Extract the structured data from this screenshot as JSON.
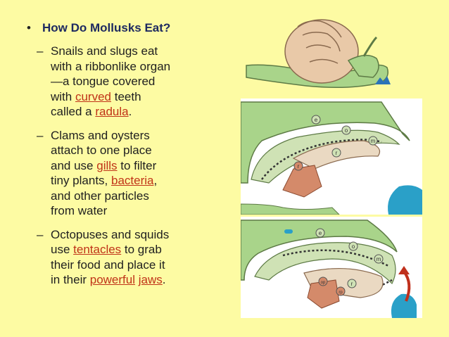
{
  "heading": {
    "bullet": "•",
    "text": "How Do Mollusks Eat?"
  },
  "items": [
    {
      "dash": "–",
      "lines": [
        [
          {
            "t": "Snails and slugs eat"
          }
        ],
        [
          {
            "t": "with a ribbonlike organ"
          }
        ],
        [
          {
            "t": "—a tongue covered"
          }
        ],
        [
          {
            "t": "with "
          },
          {
            "t": "curved",
            "hl": true
          },
          {
            "t": " teeth"
          }
        ],
        [
          {
            "t": "called a "
          },
          {
            "t": "radula",
            "hl": true
          },
          {
            "t": "."
          }
        ]
      ]
    },
    {
      "dash": "–",
      "lines": [
        [
          {
            "t": "Clams and oysters"
          }
        ],
        [
          {
            "t": "attach to one place"
          }
        ],
        [
          {
            "t": "and use "
          },
          {
            "t": "gills",
            "hl": true
          },
          {
            "t": " to filter"
          }
        ],
        [
          {
            "t": "tiny plants, "
          },
          {
            "t": "bacteria",
            "hl": true
          },
          {
            "t": ","
          }
        ],
        [
          {
            "t": "and other particles"
          }
        ],
        [
          {
            "t": "from water"
          }
        ]
      ]
    },
    {
      "dash": "–",
      "lines": [
        [
          {
            "t": "Octopuses and squids"
          }
        ],
        [
          {
            "t": "use "
          },
          {
            "t": "tentacles",
            "hl": true
          },
          {
            "t": " to grab"
          }
        ],
        [
          {
            "t": "their food and place it"
          }
        ],
        [
          {
            "t": "in their "
          },
          {
            "t": "powerful",
            "hl": true
          },
          {
            "t": " "
          },
          {
            "t": "jaws",
            "hl": true
          },
          {
            "t": "."
          }
        ]
      ]
    }
  ],
  "figure_labels": {
    "p1": [
      "e",
      "o",
      "m",
      "r",
      "rr"
    ],
    "p2": [
      "e",
      "o",
      "m",
      "r",
      "op",
      "rp"
    ]
  }
}
